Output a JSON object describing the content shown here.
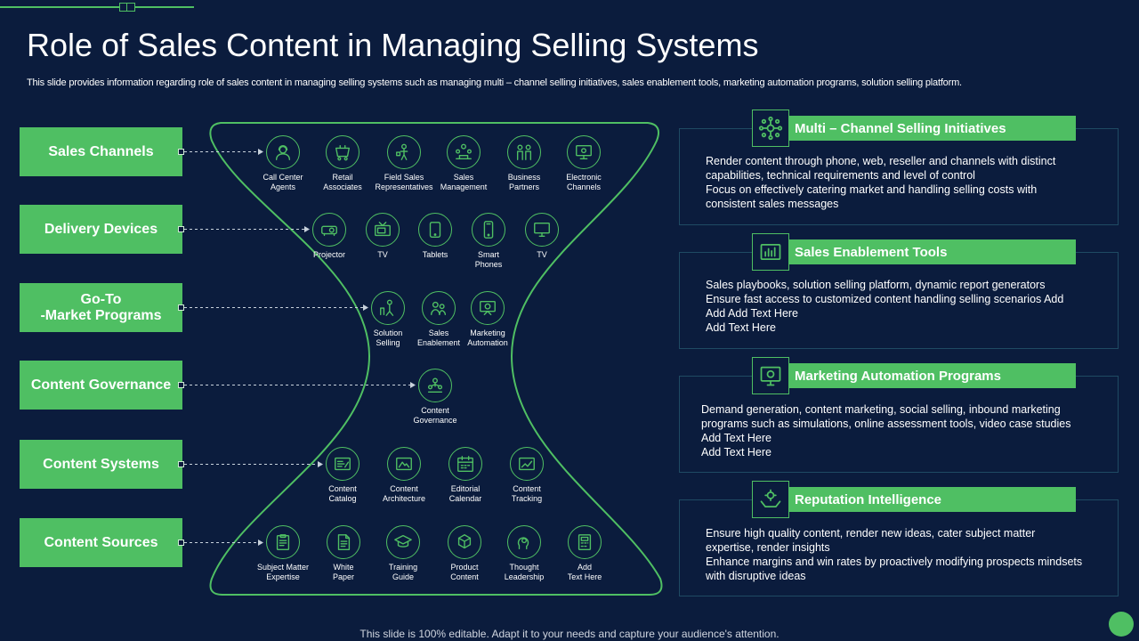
{
  "title": "Role of Sales Content in Managing Selling Systems",
  "subtitle": "This slide provides information regarding role of sales content in managing selling systems such as managing multi – channel selling initiatives, sales enablement tools, marketing automation programs, solution selling platform.",
  "colors": {
    "background": "#0b1c3d",
    "accent": "#4fbf63",
    "panel_border": "#1f4a63"
  },
  "categories": [
    {
      "label": "Sales Channels"
    },
    {
      "label": "Delivery Devices"
    },
    {
      "label": "Go-To\n-Market Programs"
    },
    {
      "label": "Content Governance"
    },
    {
      "label": "Content Systems"
    },
    {
      "label": "Content Sources"
    }
  ],
  "rows": [
    [
      {
        "label": "Call Center\nAgents",
        "icon": "agent-icon"
      },
      {
        "label": "Retail\nAssociates",
        "icon": "retail-icon"
      },
      {
        "label": "Field Sales\nRepresentatives",
        "icon": "field-sales-icon"
      },
      {
        "label": "Sales\nManagement",
        "icon": "management-icon"
      },
      {
        "label": "Business\nPartners",
        "icon": "partners-icon"
      },
      {
        "label": "Electronic\nChannels",
        "icon": "electronic-icon"
      }
    ],
    [
      {
        "label": "Projector",
        "icon": "projector-icon"
      },
      {
        "label": "TV",
        "icon": "tv-icon"
      },
      {
        "label": "Tablets",
        "icon": "tablet-icon"
      },
      {
        "label": "Smart\nPhones",
        "icon": "phone-icon"
      },
      {
        "label": "TV",
        "icon": "monitor-icon"
      }
    ],
    [
      {
        "label": "Solution\nSelling",
        "icon": "solution-icon"
      },
      {
        "label": "Sales\nEnablement",
        "icon": "enablement-icon"
      },
      {
        "label": "Marketing\nAutomation",
        "icon": "automation-icon"
      }
    ],
    [
      {
        "label": "Content\nGovernance",
        "icon": "governance-icon"
      }
    ],
    [
      {
        "label": "Content\nCatalog",
        "icon": "catalog-icon"
      },
      {
        "label": "Content\nArchitecture",
        "icon": "architecture-icon"
      },
      {
        "label": "Editorial\nCalendar",
        "icon": "calendar-icon"
      },
      {
        "label": "Content\nTracking",
        "icon": "tracking-icon"
      }
    ],
    [
      {
        "label": "Subject Matter\nExpertise",
        "icon": "clipboard-icon"
      },
      {
        "label": "White\nPaper",
        "icon": "document-icon"
      },
      {
        "label": "Training\nGuide",
        "icon": "graduation-icon"
      },
      {
        "label": "Product\nContent",
        "icon": "product-icon"
      },
      {
        "label": "Thought\nLeadership",
        "icon": "thought-icon"
      },
      {
        "label": "Add\nText Here",
        "icon": "calculator-icon"
      }
    ]
  ],
  "panels": [
    {
      "heading": "Multi – Channel Selling Initiatives",
      "icon": "network-icon",
      "lines": [
        "Render content through phone, web, reseller and channels with distinct",
        "capabilities, technical requirements  and level  of control",
        "Focus on effectively  catering market and handling selling costs with",
        "consistent sales messages"
      ]
    },
    {
      "heading": "Sales Enablement Tools",
      "icon": "chart-icon",
      "lines": [
        "Sales playbooks, solution selling platform,  dynamic report generators",
        "Ensure fast access to customized content handling  selling scenarios Add",
        "Add Add Text Here",
        "Add Text Here"
      ]
    },
    {
      "heading": "Marketing Automation Programs",
      "icon": "settings-screen-icon",
      "lines": [
        "Demand  generation,  content  marketing,  social selling,  inbound  marketing",
        "programs  such as simulations,  online  assessment tools,  video  case studies",
        "Add Text Here",
        "Add Text Here"
      ]
    },
    {
      "heading": "Reputation Intelligence",
      "icon": "hands-gear-icon",
      "lines": [
        "Ensure high quality content,  render new ideas,  cater subject matter",
        "expertise,  render insights",
        "Enhance margins and win rates by proactively  modifying prospects mindsets",
        "with disruptive  ideas"
      ]
    }
  ],
  "footer": "This slide is 100% editable. Adapt it to your needs and capture your audience's attention."
}
